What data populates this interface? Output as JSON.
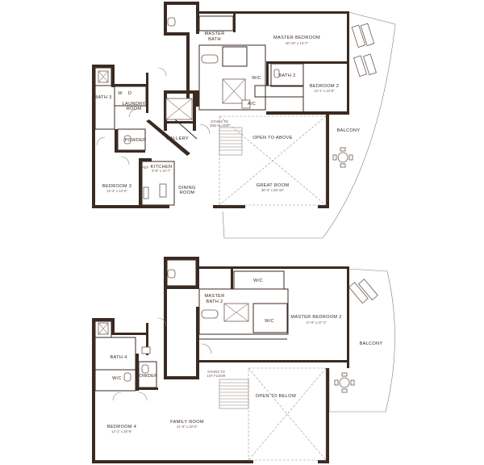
{
  "upper_floor": {
    "rooms": {
      "master_bath": {
        "name": "MASTER",
        "name2": "BATH"
      },
      "master_bedroom": {
        "name": "MASTER BEDROOM",
        "dims": "20'-10\" x 13'-7\""
      },
      "wic": {
        "name": "W/C"
      },
      "bath2": {
        "name": "BATH 2"
      },
      "bedroom2": {
        "name": "BEDROOM 2",
        "dims": "12'-1\" x 13'-8\""
      },
      "ac": {
        "name": "A/C"
      },
      "bath3": {
        "name": "BATH 3"
      },
      "laundry": {
        "name": "LAUNDRY",
        "name2": "ROOM"
      },
      "wd": {
        "w": "W",
        "d": "D"
      },
      "powder": {
        "name": "POWDER"
      },
      "gallery": {
        "name": "GALLERY"
      },
      "stairs": {
        "name": "STAIRS TO",
        "name2": "2ND FLOOR"
      },
      "open_above": {
        "name": "OPEN TO ABOVE"
      },
      "balcony": {
        "name": "BALCONY"
      },
      "bedroom3": {
        "name": "BEDROOM 3",
        "dims": "12'-4\" x 13'-0\""
      },
      "ref": {
        "name": "REF"
      },
      "kitchen": {
        "name": "KITCHEN",
        "dims": "9'-8\" x 14'-7\""
      },
      "dining": {
        "name": "DINING",
        "name2": "ROOM"
      },
      "great_room": {
        "name": "GREAT ROOM",
        "dims": "36'-3\" x 28'-10\""
      }
    }
  },
  "lower_floor": {
    "rooms": {
      "wic_top": {
        "name": "W/C"
      },
      "master_bath2": {
        "name": "MASTER",
        "name2": "BATH 2"
      },
      "wic_mid": {
        "name": "W/C"
      },
      "master_bedroom2": {
        "name": "MASTER BEDROOM 2",
        "dims": "17'-6\" x 27'-1\""
      },
      "balcony": {
        "name": "BALCONY"
      },
      "bath4": {
        "name": "BATH 4"
      },
      "wic_small": {
        "name": "W/C"
      },
      "powder": {
        "name": "POWDER"
      },
      "stairs": {
        "name": "STAIRS TO",
        "name2": "1ST FLOOR"
      },
      "open_below": {
        "name": "OPEN TO BELOW"
      },
      "bedroom4": {
        "name": "BEDROOM 4",
        "dims": "14'-1\" x 20'-6\""
      },
      "family_room": {
        "name": "FAMILY ROOM",
        "dims": "21'-9\" x 23'-0\""
      }
    }
  },
  "colors": {
    "wall": "#3a2a22",
    "line": "#8a7d76",
    "background": "#ffffff"
  }
}
